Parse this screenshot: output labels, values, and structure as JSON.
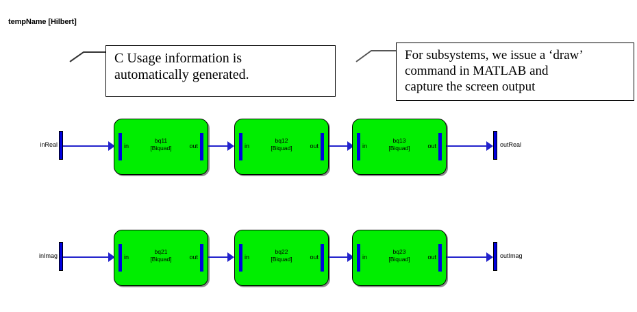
{
  "diagram": {
    "title": "tempName [Hilbert]"
  },
  "annotations": [
    {
      "id": "c-usage",
      "lines": [
        "C Usage information is",
        "automatically generated."
      ]
    },
    {
      "id": "subsystems",
      "lines": [
        "For subsystems, we issue a ‘draw’",
        "command in MATLAB and",
        "capture the screen output"
      ]
    }
  ],
  "colors": {
    "block_fill": "#00ee00",
    "port_blue": "#0000dd",
    "wire_blue": "#2222cc",
    "outline": "#000000",
    "background": "#ffffff"
  },
  "rows": [
    {
      "id": "real",
      "input_port": {
        "label": "inReal"
      },
      "output_port": {
        "label": "outReal"
      },
      "blocks": [
        {
          "name": "bq11",
          "type": "[Biquad]",
          "in_port": "in",
          "out_port": "out"
        },
        {
          "name": "bq12",
          "type": "[Biquad]",
          "in_port": "in",
          "out_port": "out"
        },
        {
          "name": "bq13",
          "type": "[Biquad]",
          "in_port": "in",
          "out_port": "out"
        }
      ]
    },
    {
      "id": "imag",
      "input_port": {
        "label": "inImag"
      },
      "output_port": {
        "label": "outImag"
      },
      "blocks": [
        {
          "name": "bq21",
          "type": "[Biquad]",
          "in_port": "in",
          "out_port": "out"
        },
        {
          "name": "bq22",
          "type": "[Biquad]",
          "in_port": "in",
          "out_port": "out"
        },
        {
          "name": "bq23",
          "type": "[Biquad]",
          "in_port": "in",
          "out_port": "out"
        }
      ]
    }
  ]
}
